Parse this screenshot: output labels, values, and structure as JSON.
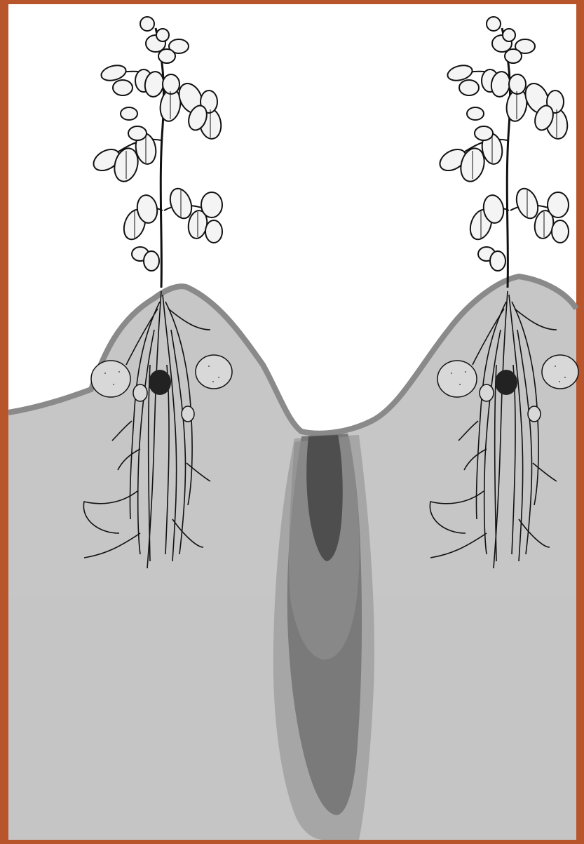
{
  "diagram": {
    "subject": "",
    "colors": {
      "border": "#B8552A",
      "sky": "#ffffff",
      "soil": "#c6c6c6",
      "soil_deep": "#c4c4c4",
      "soil_crust": "#8a8a8a",
      "water_outer": "#a6a6a6",
      "water_mid": "#7a7a7a",
      "water_inner": "#4e4e4e",
      "plant_line": "#111111",
      "tuber": "#d8d8d8"
    },
    "elements": {
      "plants": [
        "potato-plant-left",
        "potato-plant-right"
      ],
      "furrow": "irrigation-furrow",
      "wetting_zones": [
        "wetting-front-outer",
        "wetting-front-mid",
        "wetting-front-inner"
      ]
    }
  }
}
